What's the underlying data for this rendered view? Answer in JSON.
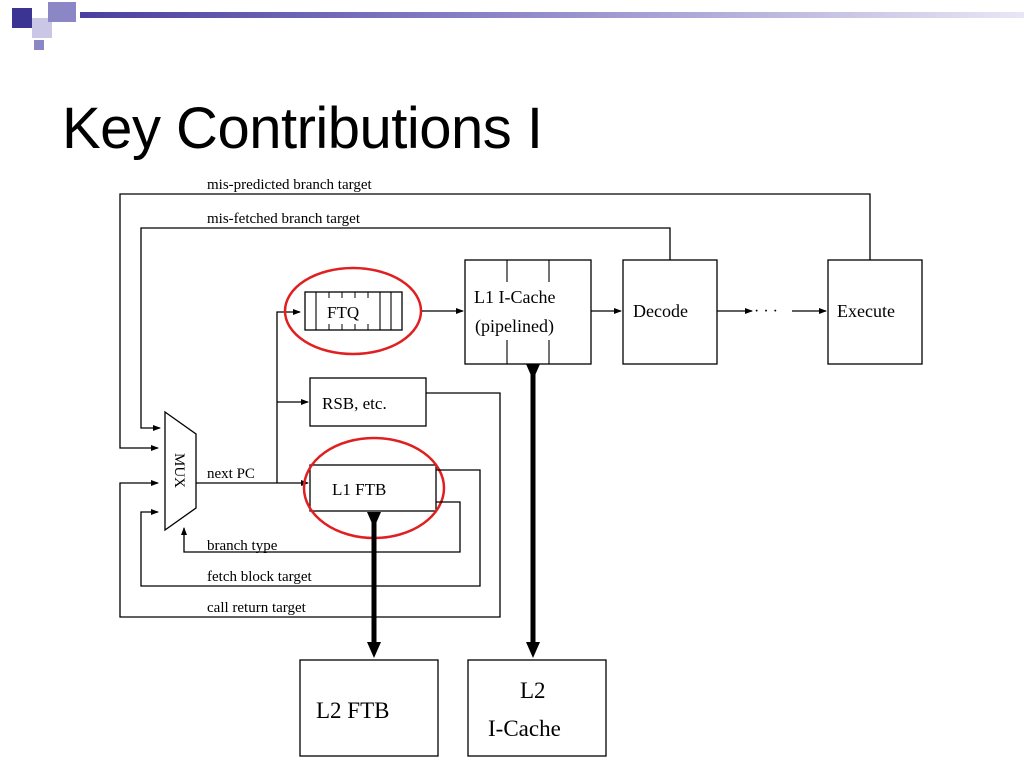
{
  "slide": {
    "title": "Key Contributions I"
  },
  "colors": {
    "brand_dark": "#3b3492",
    "brand_mid": "#8b86c6",
    "brand_light": "#c9c6e6",
    "highlight_circle": "#e02020",
    "line": "#000000"
  },
  "diagram": {
    "feedback_labels": {
      "mispredicted": "mis-predicted branch target",
      "misfetched": "mis-fetched branch target",
      "branch_type": "branch type",
      "fetch_block_target": "fetch block target",
      "call_return_target": "call return target",
      "next_pc": "next PC"
    },
    "blocks": {
      "ftq": "FTQ",
      "l1_icache_line1": "L1 I-Cache",
      "l1_icache_line2": "(pipelined)",
      "decode": "Decode",
      "ellipsis": "· · ·",
      "execute": "Execute",
      "rsb": "RSB, etc.",
      "l1_ftb": "L1 FTB",
      "mux": "MUX",
      "l2_ftb": "L2 FTB",
      "l2_icache_line1": "L2",
      "l2_icache_line2": "I-Cache"
    },
    "highlighted": [
      "FTQ",
      "L1 FTB"
    ]
  }
}
